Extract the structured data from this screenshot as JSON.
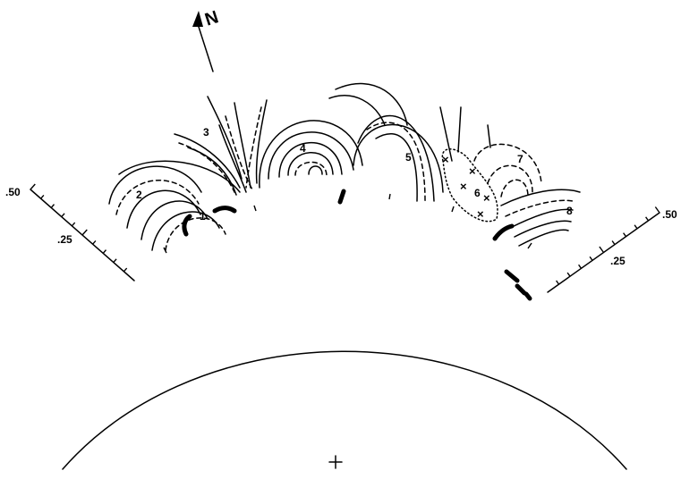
{
  "north": {
    "label": "N"
  },
  "scale_left": {
    "outer": ".50",
    "inner": ".25"
  },
  "scale_right": {
    "outer": ".50",
    "inner": ".25"
  },
  "regions": [
    "1",
    "2",
    "3",
    "4",
    "5",
    "6",
    "7",
    "8"
  ]
}
